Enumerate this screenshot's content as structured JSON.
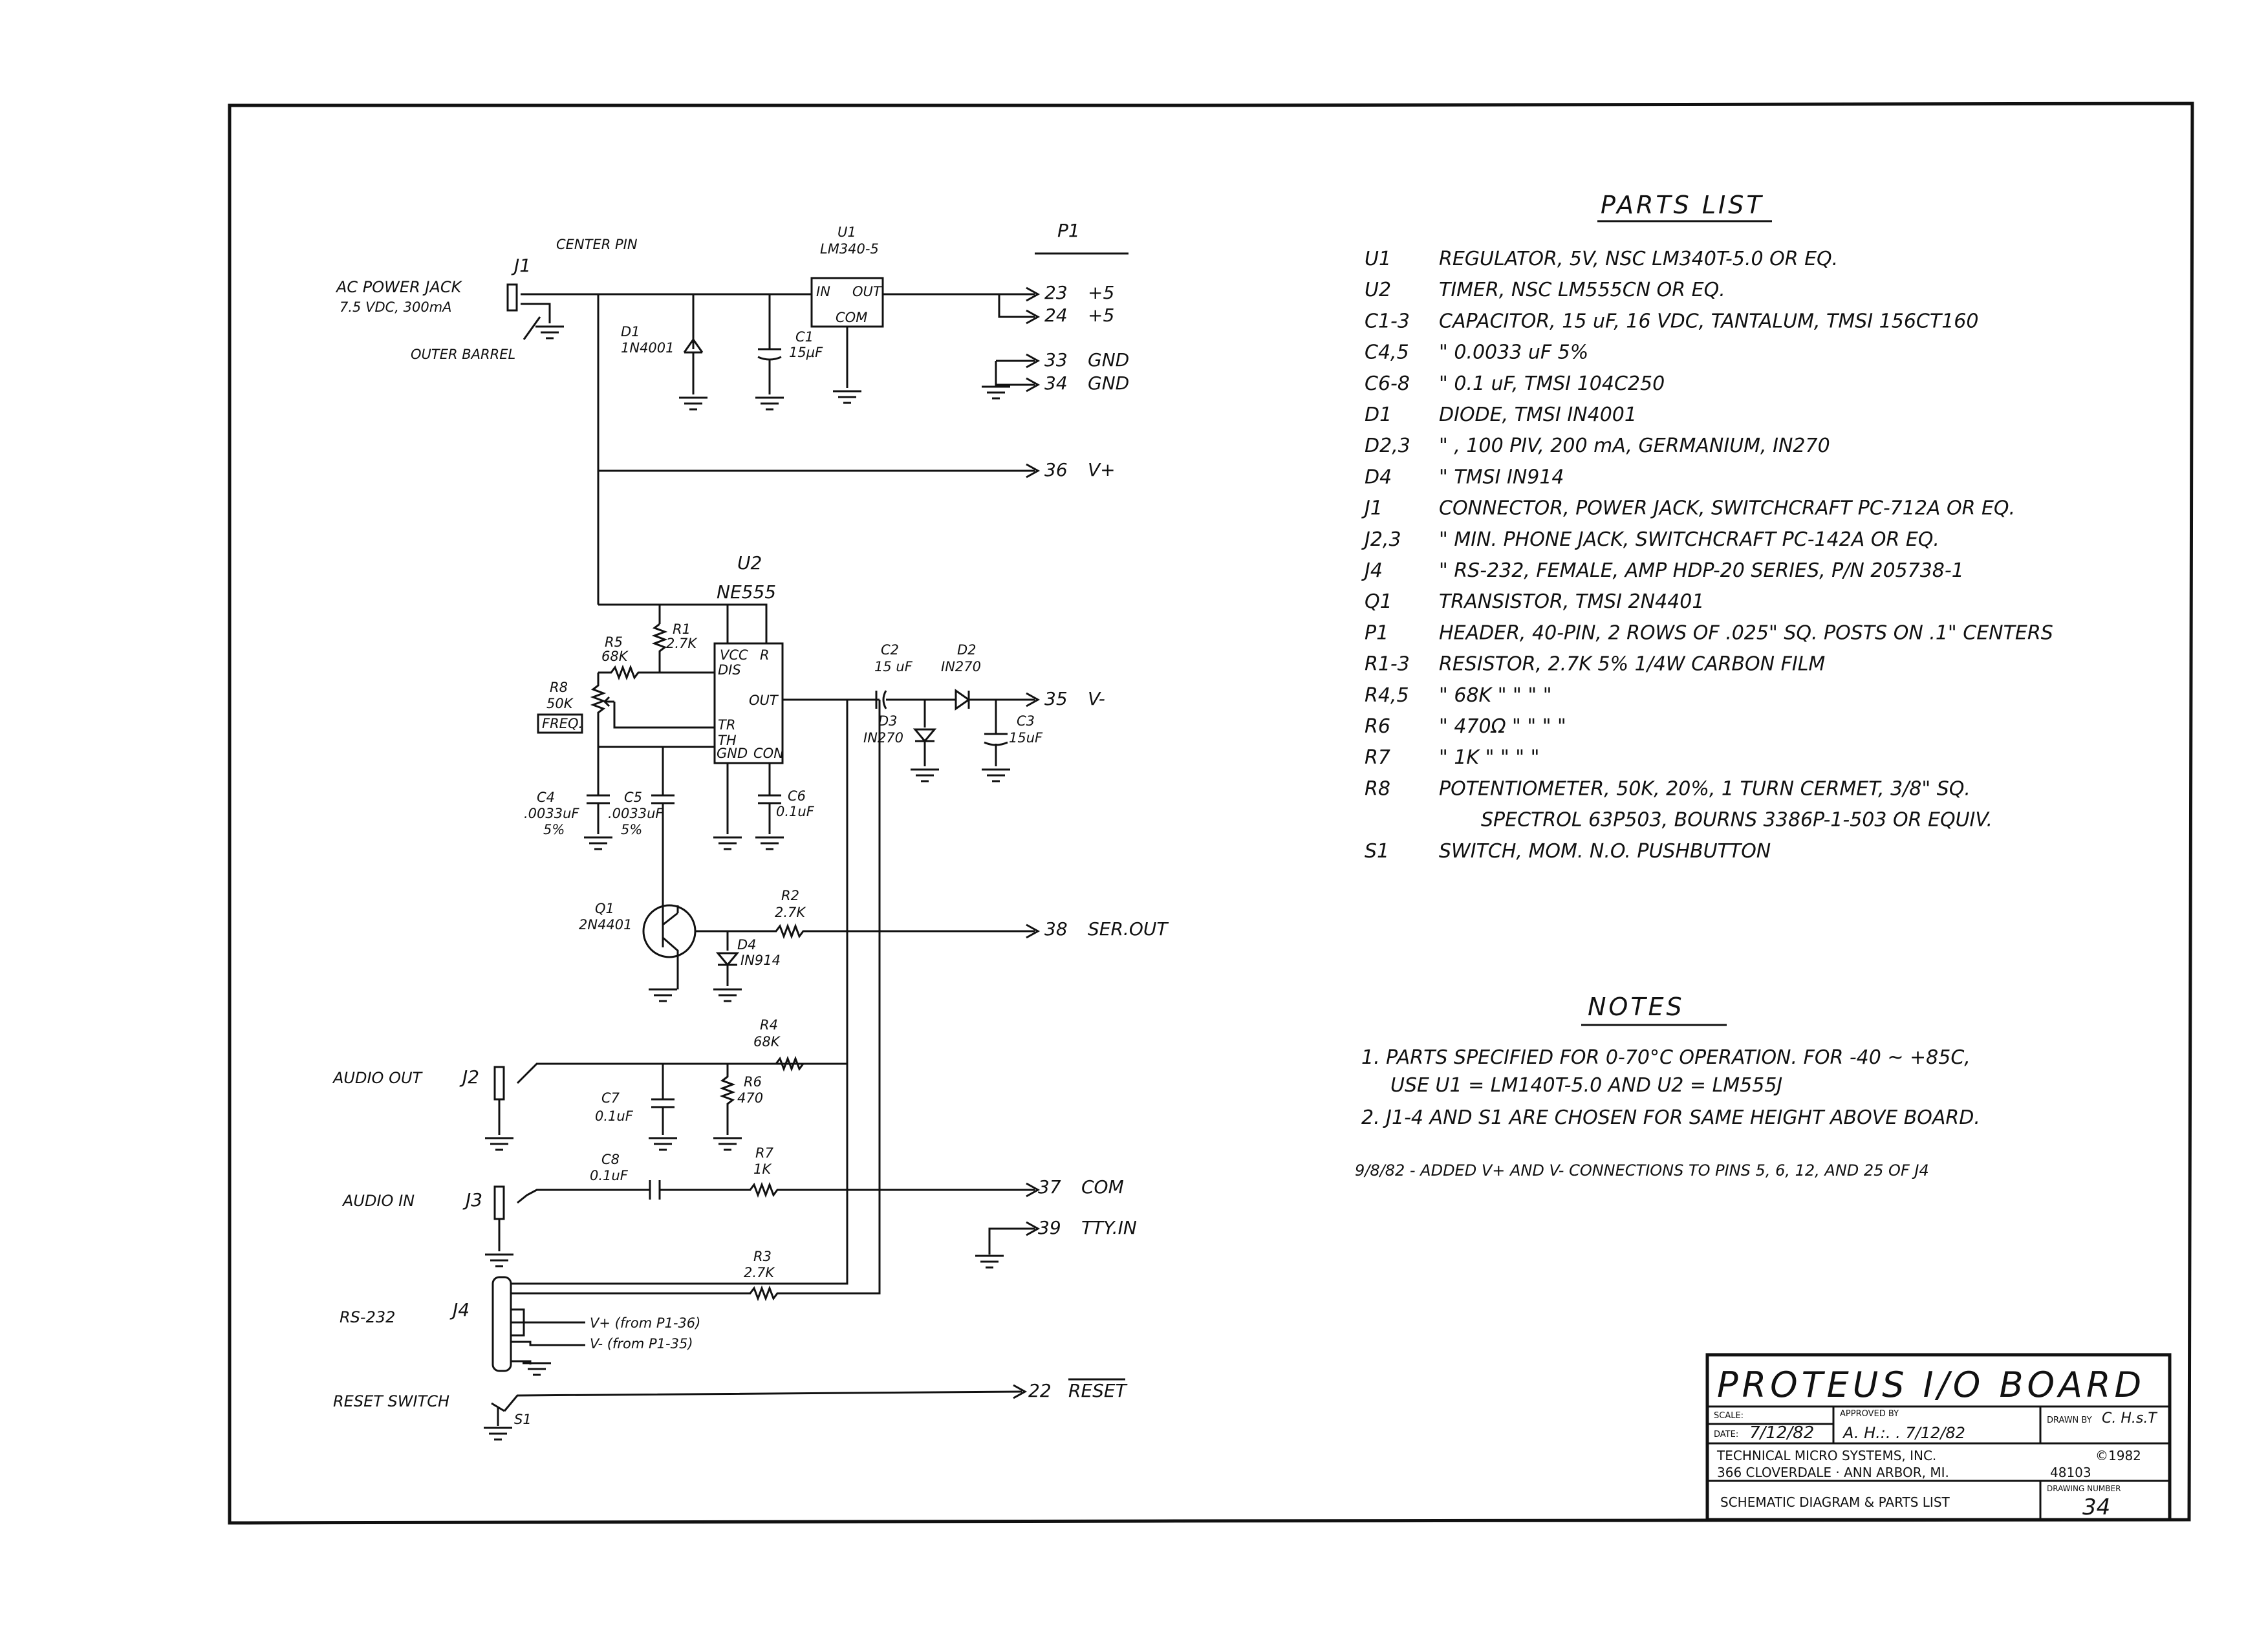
{
  "title_block": {
    "title": "PROTEUS I/O BOARD",
    "scale_label": "SCALE:",
    "date_label": "DATE:",
    "date": "7/12/82",
    "approved_label": "APPROVED BY",
    "approved_sig": "A. H.:. .  7/12/82",
    "drawn_label": "DRAWN BY",
    "drawn_sig": "C. H.s.T",
    "company": "TECHNICAL MICRO SYSTEMS, INC.",
    "address": "366 CLOVERDALE · ANN ARBOR, MI.",
    "copyright": "©1982",
    "zip": "48103",
    "drawing_number_label": "DRAWING NUMBER",
    "drawing_number": "34",
    "description": "SCHEMATIC DIAGRAM & PARTS LIST"
  },
  "schematic": {
    "ac_jack_label": "AC POWER JACK",
    "ac_jack_rating": "7.5 VDC, 300mA",
    "j1": "J1",
    "center_pin": "CENTER PIN",
    "outer_barrel": "OUTER BARREL",
    "u1": "U1",
    "u1_part": "LM340-5",
    "u1_in": "IN",
    "u1_out": "OUT",
    "u1_com": "COM",
    "p1": "P1",
    "d1": "D1",
    "d1_part": "1N4001",
    "c1": "C1",
    "c1_val": "15µF",
    "u2": "U2",
    "u2_part": "NE555",
    "r1": "R1",
    "r1_val": "2.7K",
    "r5": "R5",
    "r5_val": "68K",
    "r8": "R8",
    "r8_val": "50K",
    "freq": "FREQ.",
    "pin_vcc": "VCC",
    "pin_r": "R",
    "pin_dis": "DIS",
    "pin_out": "OUT",
    "pin_tr": "TR",
    "pin_th": "TH",
    "pin_gnd": "GND",
    "pin_con": "CON",
    "c2": "C2",
    "c2_val": "15 uF",
    "d2": "D2",
    "d2_part": "IN270",
    "d3": "D3",
    "d3_part": "IN270",
    "c3": "C3",
    "c3_val": "15uF",
    "c4": "C4",
    "c4_val": ".0033uF",
    "c4_tol": "5%",
    "c5": "C5",
    "c5_val": ".0033uF",
    "c5_tol": "5%",
    "c6": "C6",
    "c6_val": "0.1uF",
    "q1": "Q1",
    "q1_part": "2N4401",
    "r2": "R2",
    "r2_val": "2.7K",
    "d4": "D4",
    "d4_part": "IN914",
    "audio_out": "AUDIO OUT",
    "j2": "J2",
    "c7": "C7",
    "c7_val": "0.1uF",
    "r4": "R4",
    "r4_val": "68K",
    "r6": "R6",
    "r6_val": "470",
    "audio_in": "AUDIO IN",
    "j3": "J3",
    "c8": "C8",
    "c8_val": "0.1uF",
    "r7": "R7",
    "r7_val": "1K",
    "r3": "R3",
    "r3_val": "2.7K",
    "rs232": "RS-232",
    "j4": "J4",
    "vplus_from": "V+ (from P1-36)",
    "vminus_from": "V- (from P1-35)",
    "reset_switch": "RESET SWITCH",
    "s1": "S1",
    "p1_pins": [
      {
        "num": "23",
        "name": "+5"
      },
      {
        "num": "24",
        "name": "+5"
      },
      {
        "num": "33",
        "name": "GND"
      },
      {
        "num": "34",
        "name": "GND"
      },
      {
        "num": "36",
        "name": "V+"
      },
      {
        "num": "35",
        "name": "V-"
      },
      {
        "num": "38",
        "name": "SER.OUT"
      },
      {
        "num": "37",
        "name": "COM"
      },
      {
        "num": "39",
        "name": "TTY.IN"
      },
      {
        "num": "22",
        "name": "RESET"
      }
    ]
  },
  "parts_list": {
    "heading": "PARTS LIST",
    "rows": [
      {
        "ref": "U1",
        "desc": "REGULATOR, 5V, NSC LM340T-5.0 OR EQ."
      },
      {
        "ref": "U2",
        "desc": "TIMER, NSC LM555CN OR EQ."
      },
      {
        "ref": "C1-3",
        "desc": "CAPACITOR, 15 uF, 16 VDC, TANTALUM, TMSI 156CT160"
      },
      {
        "ref": "C4,5",
        "desc": "\"  0.0033 uF 5%"
      },
      {
        "ref": "C6-8",
        "desc": "\"  0.1 uF, TMSI 104C250"
      },
      {
        "ref": "D1",
        "desc": "DIODE, TMSI IN4001"
      },
      {
        "ref": "D2,3",
        "desc": "\" , 100 PIV, 200 mA, GERMANIUM, IN270"
      },
      {
        "ref": "D4",
        "desc": "\"  TMSI IN914"
      },
      {
        "ref": "J1",
        "desc": "CONNECTOR, POWER JACK, SWITCHCRAFT PC-712A OR EQ."
      },
      {
        "ref": "J2,3",
        "desc": "\"  MIN. PHONE JACK, SWITCHCRAFT PC-142A OR EQ."
      },
      {
        "ref": "J4",
        "desc": "\"  RS-232, FEMALE, AMP HDP-20 SERIES, P/N 205738-1"
      },
      {
        "ref": "Q1",
        "desc": "TRANSISTOR, TMSI 2N4401"
      },
      {
        "ref": "P1",
        "desc": "HEADER, 40-PIN, 2 ROWS OF .025\" SQ. POSTS ON .1\" CENTERS"
      },
      {
        "ref": "R1-3",
        "desc": "RESISTOR, 2.7K 5% 1/4W CARBON FILM"
      },
      {
        "ref": "R4,5",
        "desc": "\"  68K  \"  \"  \"  \""
      },
      {
        "ref": "R6",
        "desc": "\"  470Ω  \"  \"  \"  \""
      },
      {
        "ref": "R7",
        "desc": "\"  1K  \"  \"  \"  \""
      },
      {
        "ref": "R8",
        "desc": "POTENTIOMETER, 50K, 20%, 1 TURN CERMET, 3/8\" SQ."
      },
      {
        "ref": "",
        "desc": "SPECTROL 63P503, BOURNS 3386P-1-503 OR EQUIV."
      },
      {
        "ref": "S1",
        "desc": "SWITCH, MOM. N.O. PUSHBUTTON"
      }
    ]
  },
  "notes": {
    "heading": "NOTES",
    "items": [
      "1. PARTS SPECIFIED FOR 0-70°C OPERATION. FOR -40 ~ +85C,",
      "USE U1 = LM140T-5.0 AND U2 = LM555J",
      "2. J1-4 AND S1 ARE CHOSEN FOR SAME HEIGHT ABOVE BOARD."
    ],
    "revision": "9/8/82 - ADDED V+ AND V- CONNECTIONS TO PINS 5, 6, 12, AND 25 OF J4"
  }
}
